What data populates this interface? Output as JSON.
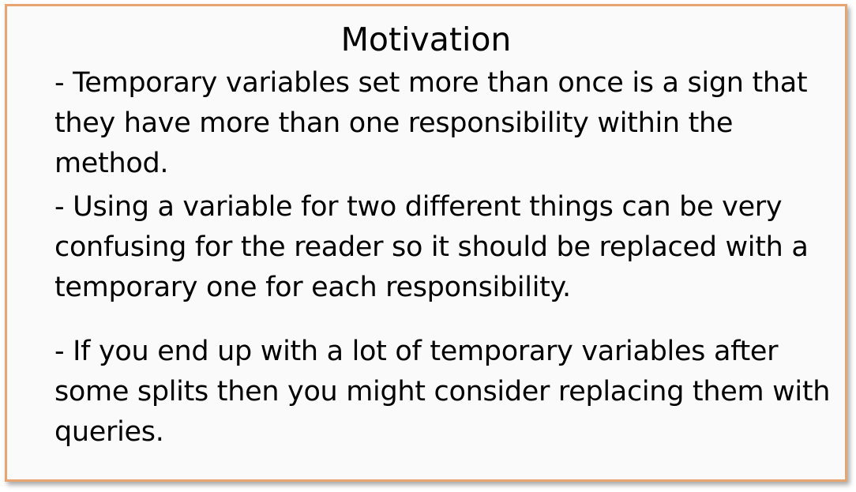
{
  "slide": {
    "title": "Motivation",
    "bullets": [
      "- Temporary variables set more than once is a sign that they have more than one responsibility within the method.",
      "- Using a variable for two different things can be very confusing for the reader so it should be replaced with a temporary one for each responsibility.",
      "- If you end up with a lot of temporary variables after some splits then you might consider replacing them with queries."
    ]
  },
  "colors": {
    "border": "#e8a572",
    "background": "#fafafa",
    "text": "#000000"
  }
}
